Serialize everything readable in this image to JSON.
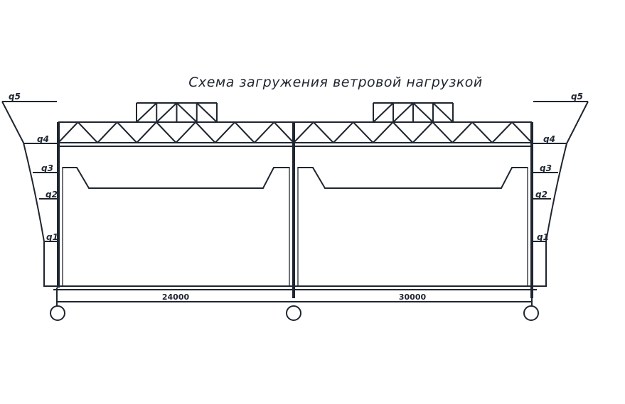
{
  "title": "Схема загружения ветровой нагрузкой",
  "wind_labels_left": [
    "q5",
    "q4",
    "q3",
    "q2",
    "q1"
  ],
  "wind_labels_right": [
    "q5",
    "q4",
    "q3",
    "q2",
    "q1"
  ],
  "spans": [
    "24000",
    "30000"
  ],
  "color": "#1f2630"
}
